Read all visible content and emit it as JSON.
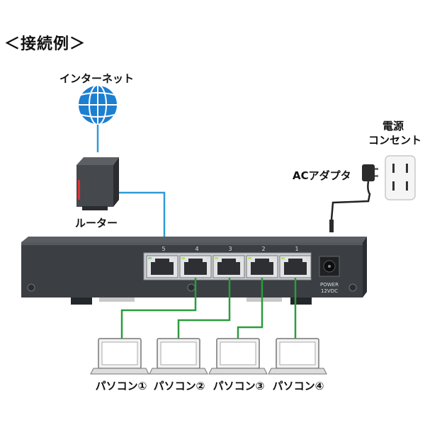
{
  "title": "＜接続例＞",
  "labels": {
    "internet": "インターネット",
    "router": "ルーター",
    "outlet_line1": "電源",
    "outlet_line2": "コンセント",
    "ac_adapter": "ACアダプタ"
  },
  "switch": {
    "port_numbers": [
      "5",
      "4",
      "3",
      "2",
      "1"
    ],
    "power_label_1": "POWER",
    "power_label_2": "12VDC"
  },
  "pcs": [
    "パソコン①",
    "パソコン②",
    "パソコン③",
    "パソコン④"
  ],
  "colors": {
    "internet_cable": "#2f9ad6",
    "lan_cable": "#2a9d3c",
    "switch_body": "#3b3f44",
    "globe": "#1d7fd0"
  }
}
